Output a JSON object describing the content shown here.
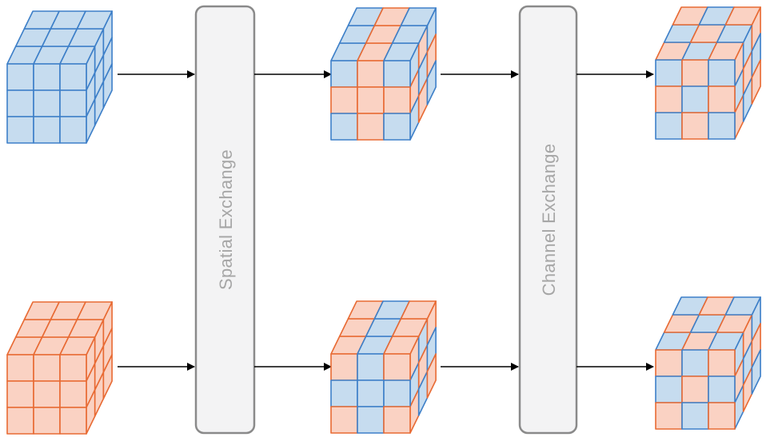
{
  "colors": {
    "blue_fill": "#c6dcef",
    "blue_stroke": "#3d7fc8",
    "orange_fill": "#fad2c3",
    "orange_stroke": "#e86a33",
    "panel_fill": "#f3f3f4",
    "panel_stroke": "#8a8a8a",
    "panel_text": "#a6a6a6",
    "arrow": "#000000"
  },
  "panels": {
    "spatial": {
      "label": "Spatial Exchange"
    },
    "channel": {
      "label": "Channel Exchange"
    }
  },
  "cubes": [
    {
      "id": "input-top",
      "pattern": "all-blue"
    },
    {
      "id": "input-bottom",
      "pattern": "all-orange"
    },
    {
      "id": "spatial-top",
      "pattern": "checker",
      "base": "blue",
      "swap": "orange"
    },
    {
      "id": "spatial-bottom",
      "pattern": "checker",
      "base": "orange",
      "swap": "blue"
    },
    {
      "id": "channel-top",
      "pattern": "checker-channel",
      "base": "blue",
      "swap": "orange"
    },
    {
      "id": "channel-bottom",
      "pattern": "checker-channel",
      "base": "orange",
      "swap": "blue"
    }
  ]
}
